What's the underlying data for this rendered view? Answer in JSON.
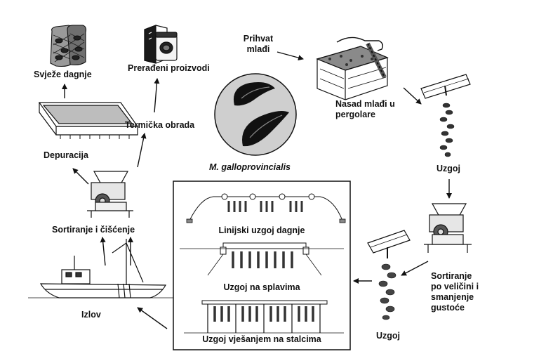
{
  "species": "M. galloprovincialis",
  "labels": {
    "fresh_mussels": "Svježe dagnje",
    "processed_products": "Prerađeni proizvodi",
    "spat_collection_l1": "Prihvat",
    "spat_collection_l2": "mlađi",
    "seeding_l1": "Nasad mlađi u",
    "seeding_l2": "pergolare",
    "growout_1": "Uzgoj",
    "thermal_processing": "Termička obrada",
    "depuration": "Depuracija",
    "sorting_cleaning": "Sortiranje i čišćenje",
    "sorting_density_l1": "Sortiranje",
    "sorting_density_l2": "po veličini i",
    "sorting_density_l3": "smanjenje",
    "sorting_density_l4": "gustoće",
    "growout_2": "Uzgoj",
    "harvest": "Izlov"
  },
  "methods_box": {
    "longline": "Linijski uzgoj dagnje",
    "raft": "Uzgoj na splavima",
    "rack": "Uzgoj vješanjem na stalcima"
  }
}
